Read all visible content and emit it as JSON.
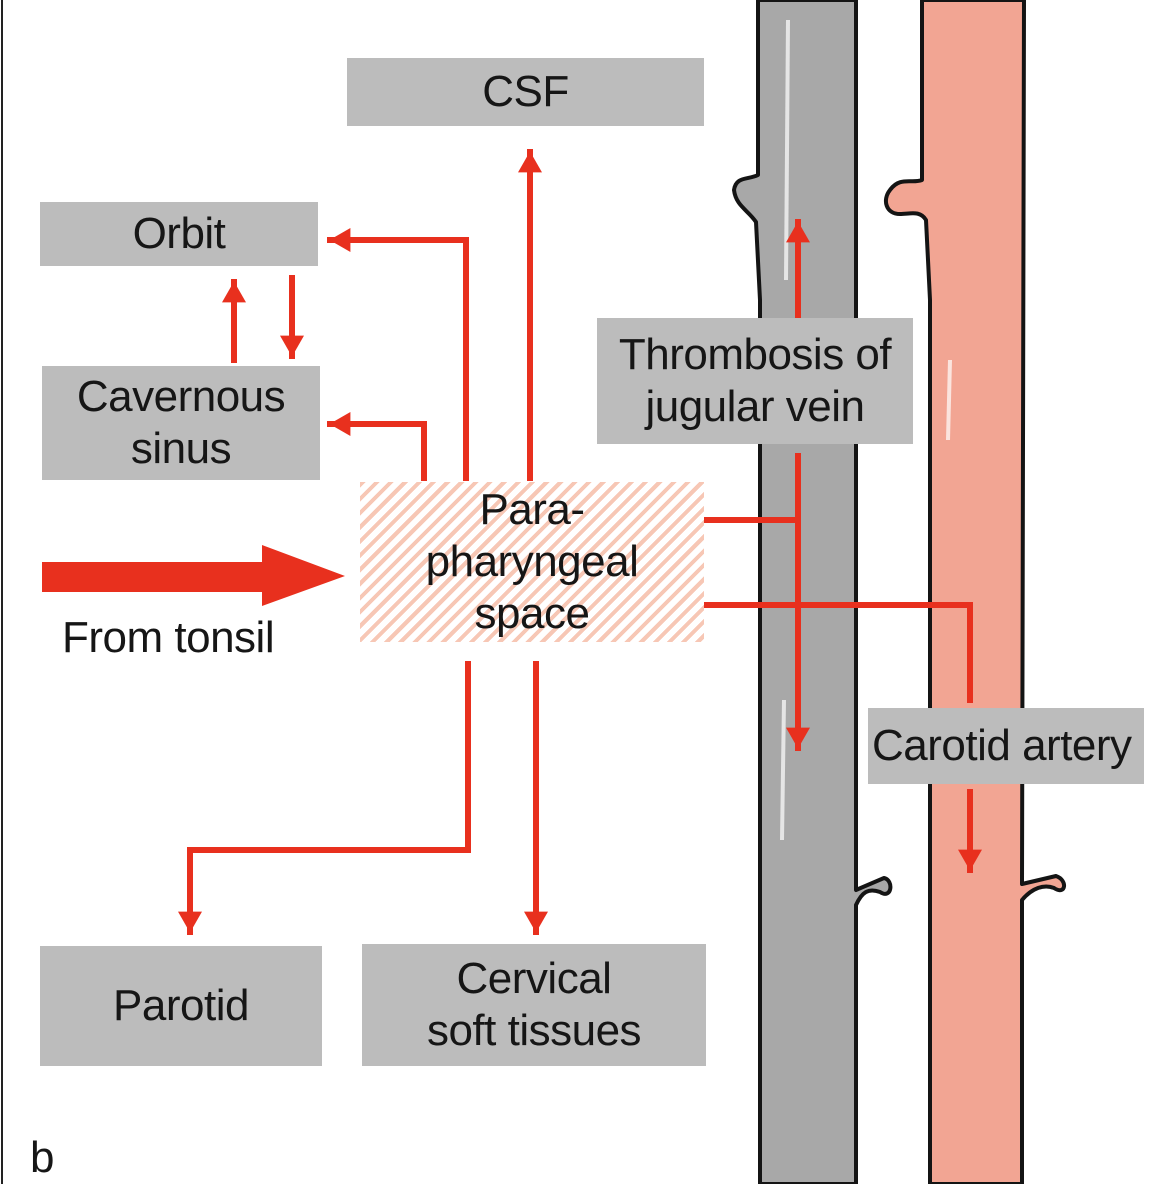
{
  "colors": {
    "arrow": "#e8301e",
    "box_fill": "#bcbcbc",
    "vein": "#a8a8a8",
    "artery": "#f2a593",
    "hatch": "#f7c7b5",
    "text": "#161616"
  },
  "labels": {
    "csf": "CSF",
    "orbit": "Orbit",
    "cavernous_sinus": "Cavernous\nsinus",
    "thrombosis": "Thrombosis of\njugular vein",
    "parapharyngeal": "Para-\npharyngeal\nspace",
    "from_tonsil": "From tonsil",
    "carotid_artery": "Carotid artery",
    "parotid": "Parotid",
    "cervical": "Cervical\nsoft tissues",
    "panel": "b"
  }
}
